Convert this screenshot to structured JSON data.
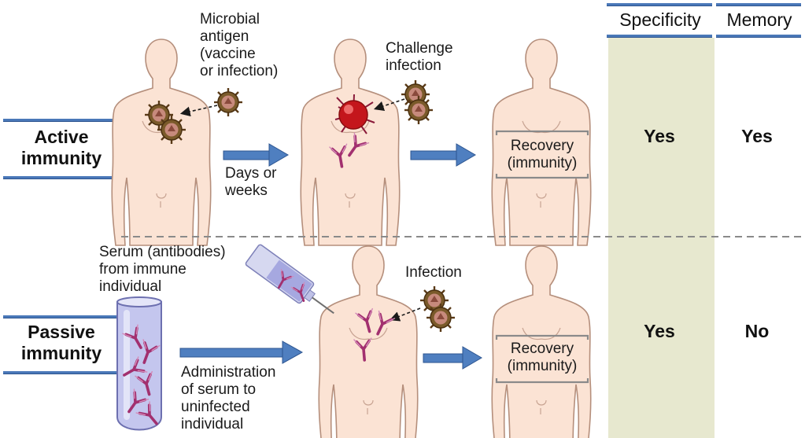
{
  "headers": {
    "specificity": "Specificity",
    "memory": "Memory"
  },
  "rows": [
    {
      "label_line1": "Active",
      "label_line2": "immunity",
      "antigen_label": [
        "Microbial",
        "antigen",
        "(vaccine",
        "or infection)"
      ],
      "challenge_label": [
        "Challenge",
        "infection"
      ],
      "interval_label": [
        "Days or",
        "weeks"
      ],
      "recovery_label": [
        "Recovery",
        "(immunity)"
      ],
      "specificity": "Yes",
      "memory": "Yes"
    },
    {
      "label_line1": "Passive",
      "label_line2": "immunity",
      "serum_label": [
        "Serum (antibodies)",
        "from immune",
        "individual"
      ],
      "infection_label": "Infection",
      "administration_label": [
        "Administration",
        "of serum to",
        "uninfected",
        "individual"
      ],
      "recovery_label": [
        "Recovery",
        "(immunity)"
      ],
      "specificity": "Yes",
      "memory": "No"
    }
  ],
  "colors": {
    "body_fill": "#fbe3d4",
    "body_stroke": "#b58f7c",
    "arrow": "#4f7fc0",
    "specificity_column": "#e7e8cf",
    "antibody": "#a2306f",
    "microbe": "#7a5a2a",
    "red_cell": "#c4161c"
  }
}
